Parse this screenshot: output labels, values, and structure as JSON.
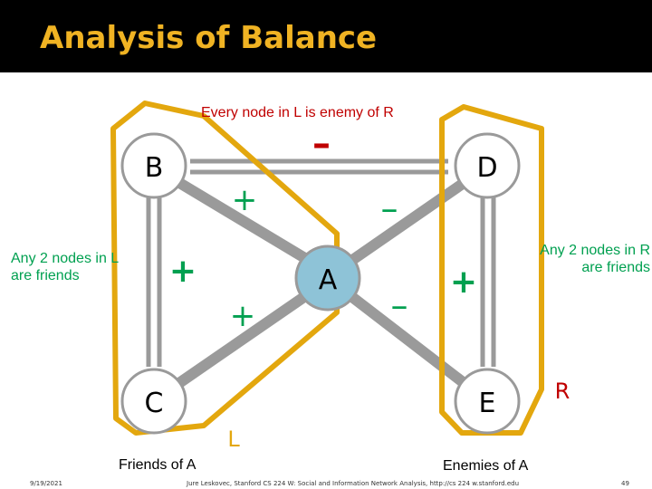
{
  "slide": {
    "title": "Analysis of Balance",
    "top_note": "Every node in L is enemy of R",
    "left_note": "Any 2 nodes in L are friends",
    "right_note": "Any 2 nodes in R are friends",
    "friends_caption": "Friends of A",
    "enemies_caption": "Enemies of A",
    "group_left_label": "L",
    "group_right_label": "R"
  },
  "nodes": {
    "A": "A",
    "B": "B",
    "C": "C",
    "D": "D",
    "E": "E"
  },
  "edges": {
    "BD": "–",
    "BA": "+",
    "BC": "+",
    "CA": "+",
    "AD": "–",
    "AE": "–",
    "DE": "+"
  },
  "footer": {
    "date": "9/19/2021",
    "credit": "Jure Leskovec, Stanford CS 224 W: Social and Information Network Analysis, http://cs 224 w.stanford.edu",
    "page": "49"
  },
  "colors": {
    "title": "#f0b323",
    "outline": "#e3a70e",
    "edge": "#9a9a9a",
    "node_fill": "#ffffff",
    "node_A_fill": "#8ec3d7",
    "plus": "#00a050",
    "minus_red": "#c00000",
    "minus_green": "#00a050"
  }
}
